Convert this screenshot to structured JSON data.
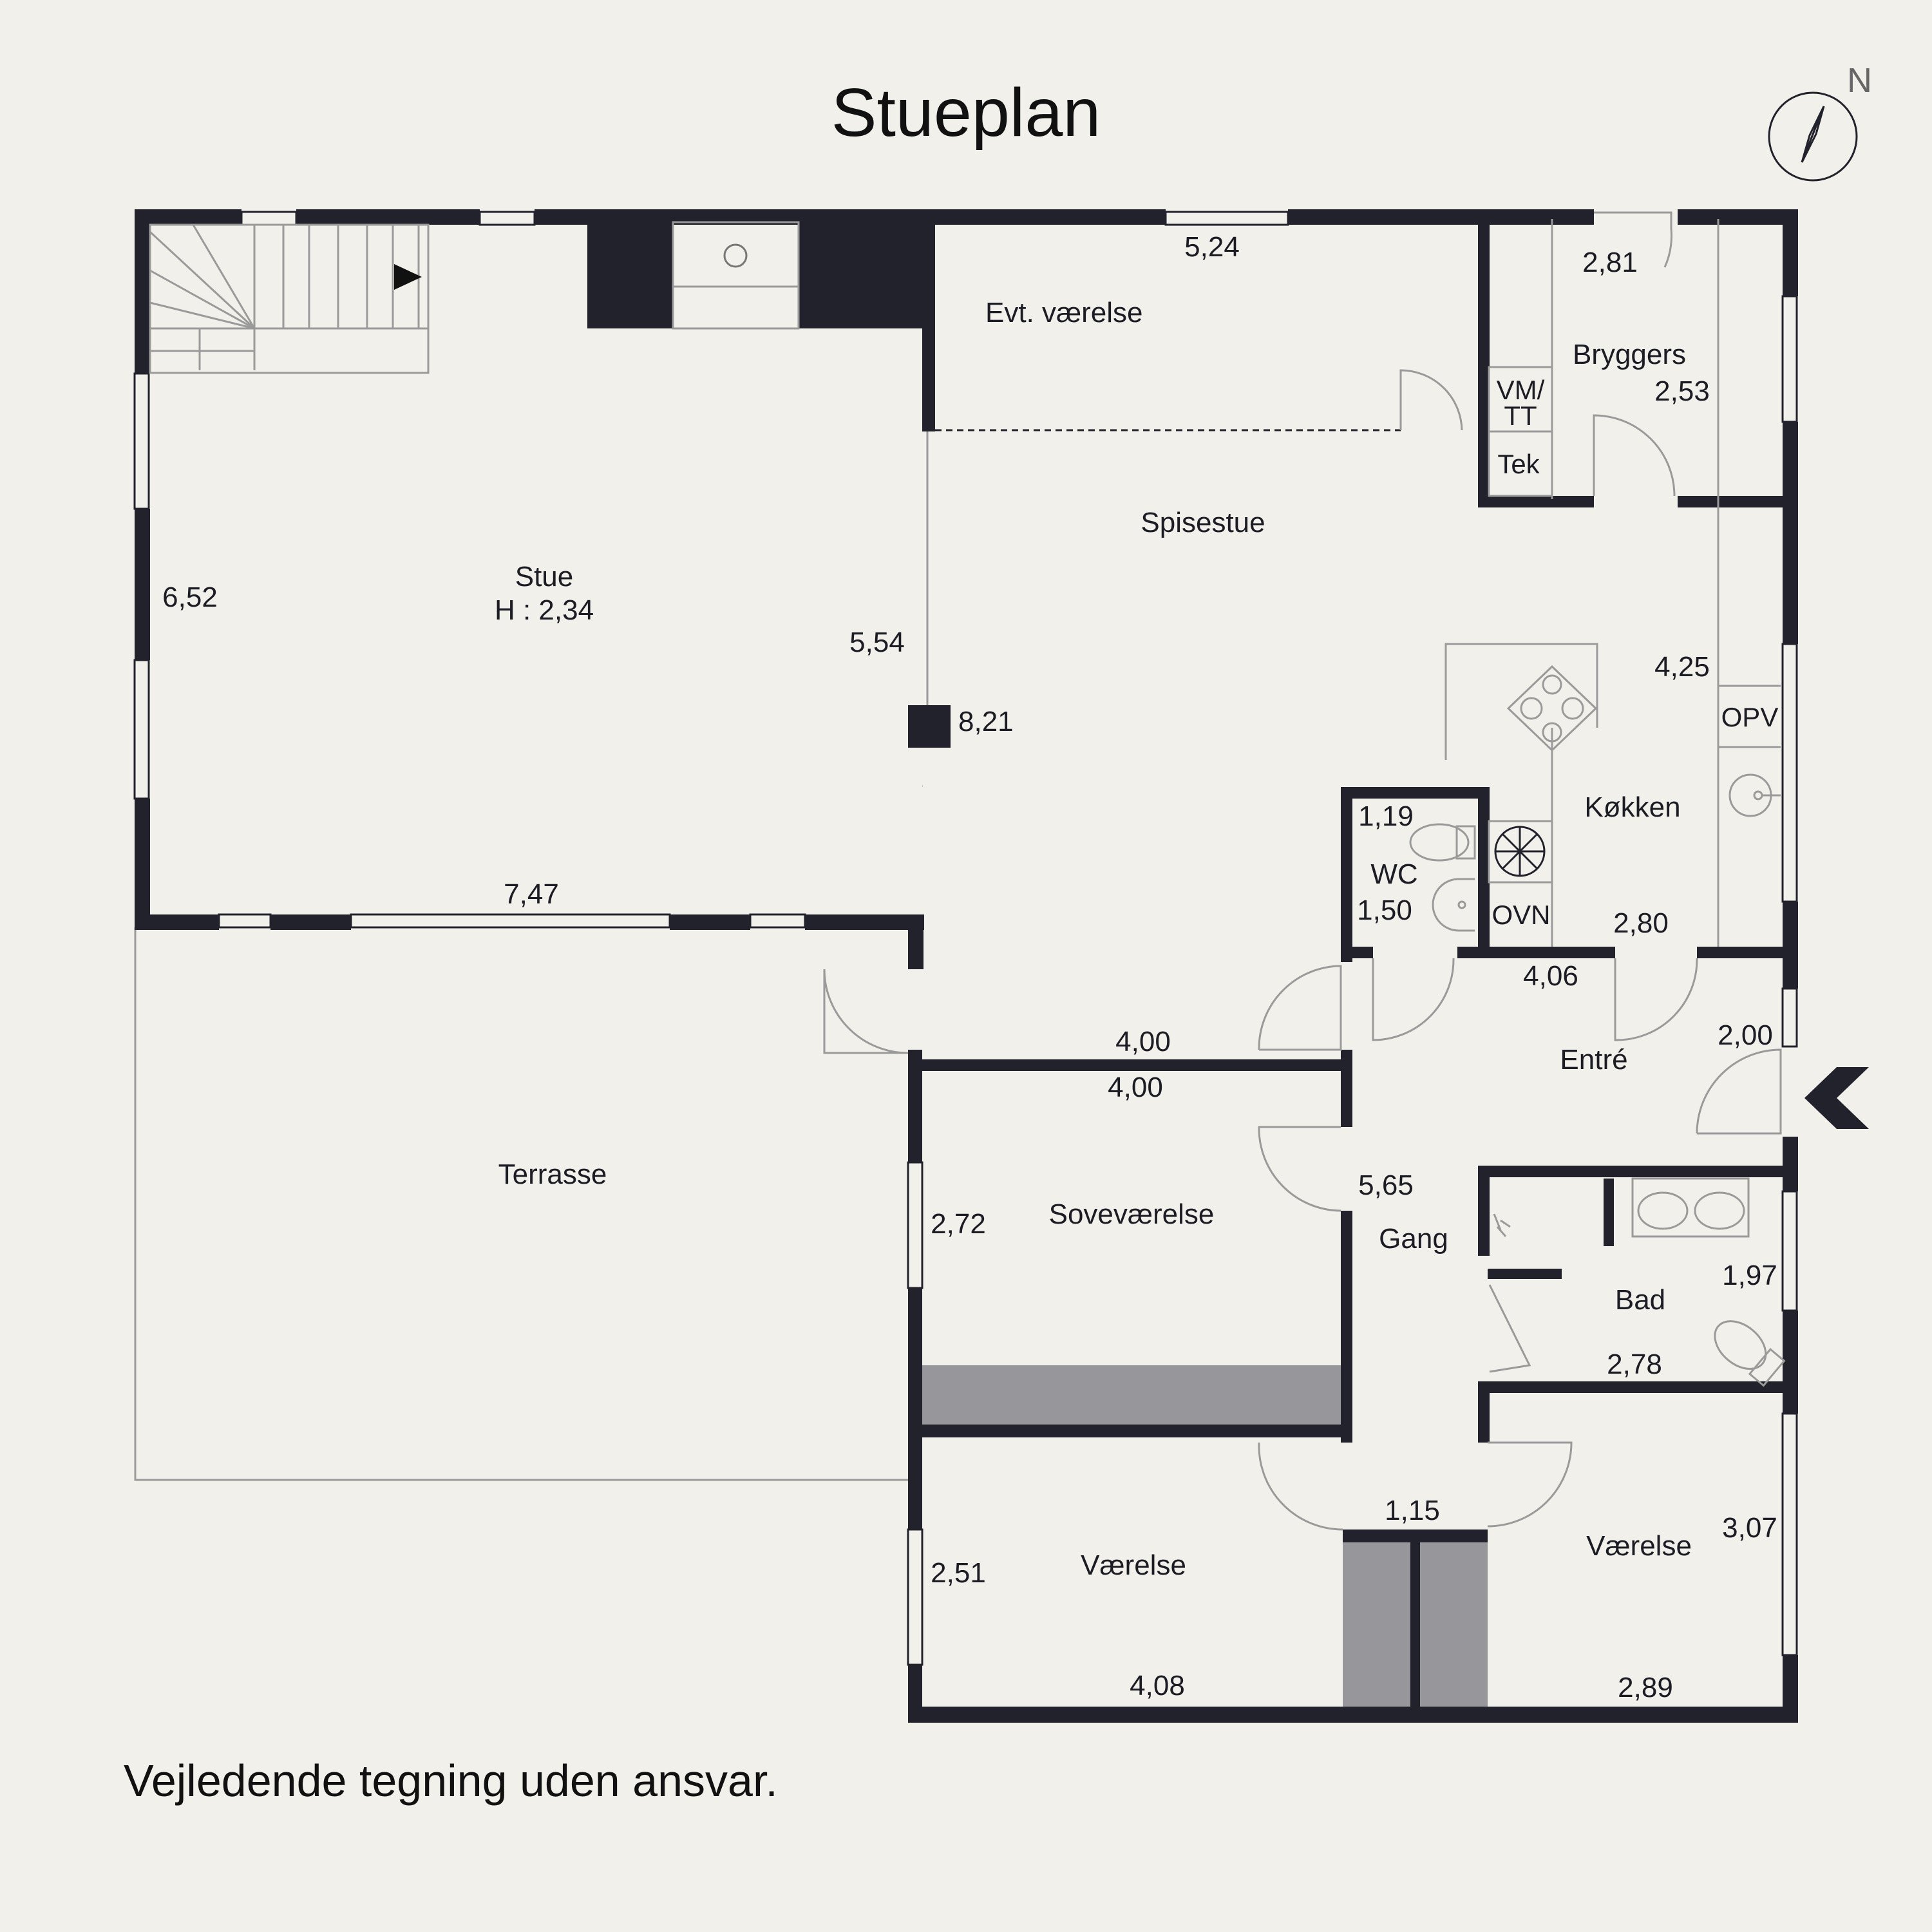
{
  "title": "Stueplan",
  "footnote": "Vejledende tegning uden ansvar.",
  "compass": {
    "north_label": "N"
  },
  "colors": {
    "background": "#f1f0ea",
    "wall": "#22222c",
    "shaded": "#97969b",
    "line": "#9a9a9a"
  },
  "rooms": {
    "stue": "Stue",
    "stue_height": "H : 2,34",
    "evt_vaerelse": "Evt. værelse",
    "spisestue": "Spisestue",
    "bryggers": "Bryggers",
    "vm_tt_1": "VM/",
    "vm_tt_2": "TT",
    "tek": "Tek",
    "koekken": "Køkken",
    "opv": "OPV",
    "ovn": "OVN",
    "wc": "WC",
    "entre": "Entré",
    "terrasse": "Terrasse",
    "sovevaerelse": "Soveværelse",
    "gang": "Gang",
    "bad": "Bad",
    "vaerelse_left": "Værelse",
    "vaerelse_right": "Værelse"
  },
  "dimensions": {
    "d_524": "5,24",
    "d_281": "2,81",
    "d_253": "2,53",
    "d_652": "6,52",
    "d_554": "5,54",
    "d_821": "8,21",
    "d_425": "4,25",
    "d_119": "1,19",
    "d_150": "1,50",
    "d_280": "2,80",
    "d_406": "4,06",
    "d_747": "7,47",
    "d_400a": "4,00",
    "d_400b": "4,00",
    "d_200": "2,00",
    "d_272": "2,72",
    "d_565": "5,65",
    "d_197": "1,97",
    "d_278": "2,78",
    "d_115": "1,15",
    "d_251": "2,51",
    "d_307": "3,07",
    "d_408": "4,08",
    "d_289": "2,89"
  }
}
